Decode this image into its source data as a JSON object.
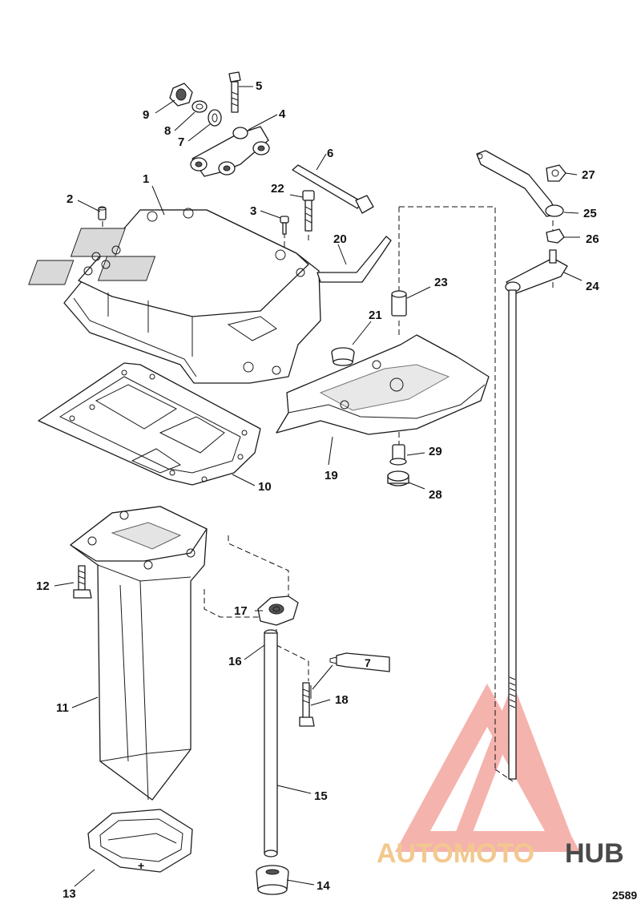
{
  "diagram_ref": "2589",
  "watermark": {
    "part1": "AUTOMOTO",
    "part2": "HUB",
    "color_main": "#f4a6a0",
    "color_part1": "#f3c88e",
    "color_part2": "#4a4a4a"
  },
  "callouts": [
    {
      "id": "1",
      "label": "1"
    },
    {
      "id": "2",
      "label": "2"
    },
    {
      "id": "3",
      "label": "3"
    },
    {
      "id": "4",
      "label": "4"
    },
    {
      "id": "5",
      "label": "5"
    },
    {
      "id": "6",
      "label": "6"
    },
    {
      "id": "7",
      "label": "7"
    },
    {
      "id": "8",
      "label": "8"
    },
    {
      "id": "9",
      "label": "9"
    },
    {
      "id": "10",
      "label": "10"
    },
    {
      "id": "11",
      "label": "11"
    },
    {
      "id": "12",
      "label": "12"
    },
    {
      "id": "13",
      "label": "13"
    },
    {
      "id": "14",
      "label": "14"
    },
    {
      "id": "15",
      "label": "15"
    },
    {
      "id": "16",
      "label": "16"
    },
    {
      "id": "17",
      "label": "17"
    },
    {
      "id": "18",
      "label": "18"
    },
    {
      "id": "19",
      "label": "19"
    },
    {
      "id": "20",
      "label": "20"
    },
    {
      "id": "21",
      "label": "21"
    },
    {
      "id": "22",
      "label": "22"
    },
    {
      "id": "23",
      "label": "23"
    },
    {
      "id": "24",
      "label": "24"
    },
    {
      "id": "25",
      "label": "25"
    },
    {
      "id": "26",
      "label": "26"
    },
    {
      "id": "27",
      "label": "27"
    },
    {
      "id": "28",
      "label": "28"
    },
    {
      "id": "29",
      "label": "29"
    }
  ],
  "tube_label": "7"
}
